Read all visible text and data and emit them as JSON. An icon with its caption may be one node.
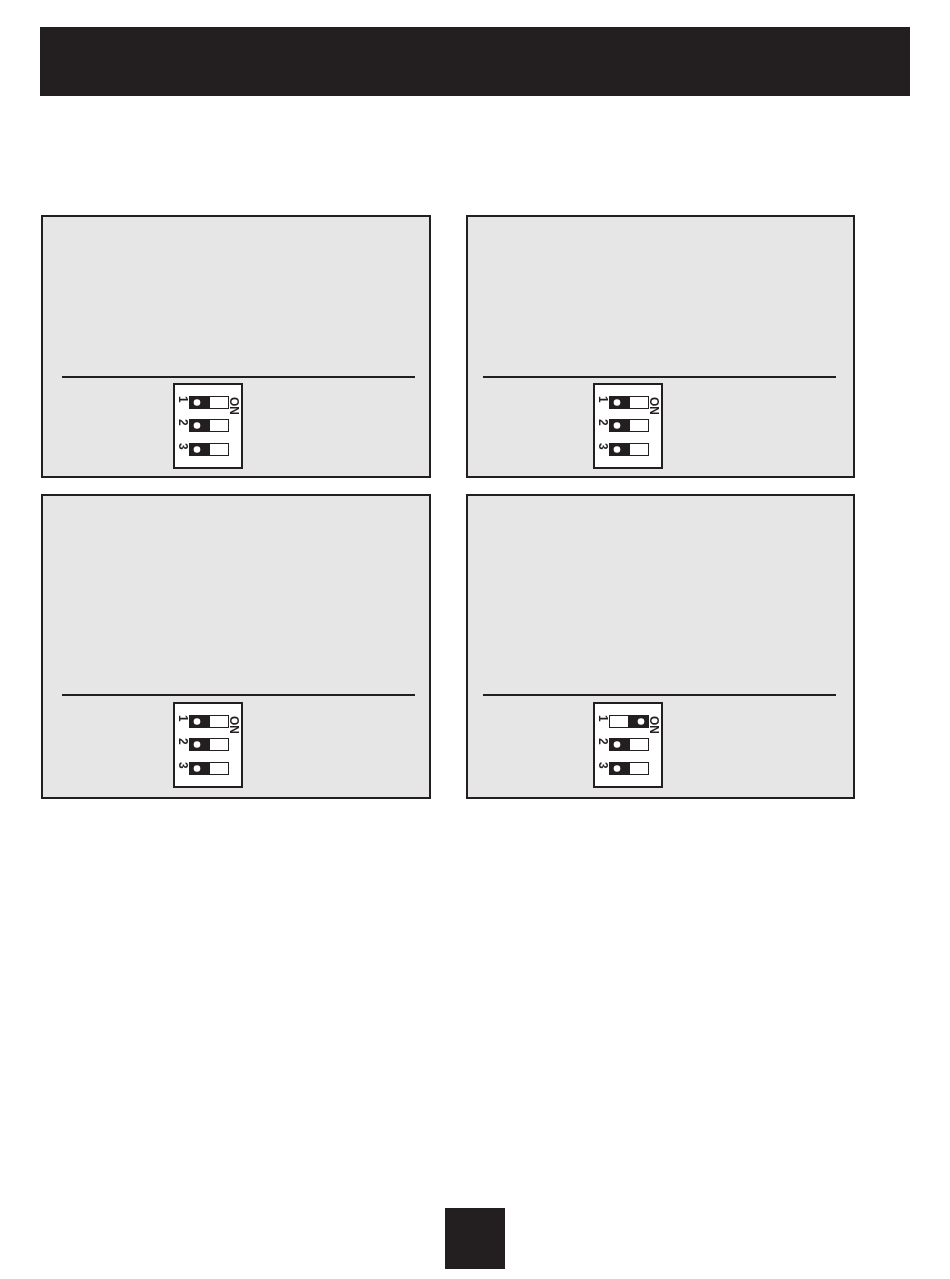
{
  "diagram": {
    "nodes": [
      {
        "text": [],
        "shape": "box"
      },
      {
        "text": [
          "ON"
        ],
        "in": 0
      },
      {
        "text": [],
        "shape": "bar",
        "in": 1,
        "beside": [
          "1"
        ]
      },
      {
        "text": [],
        "shape": "bar",
        "in": 1,
        "beside": [
          "2"
        ]
      },
      {
        "text": [],
        "shape": "bar",
        "in": 1,
        "beside": [
          "3"
        ]
      },
      {
        "text": [],
        "shape": "box"
      },
      {
        "text": [
          "ON"
        ],
        "in": 5
      },
      {
        "text": [],
        "shape": "bar",
        "in": 6,
        "beside": [
          "1"
        ]
      },
      {
        "text": [],
        "shape": "bar",
        "in": 6,
        "beside": [
          "2"
        ]
      },
      {
        "text": [],
        "shape": "bar",
        "in": 6,
        "beside": [
          "3"
        ]
      },
      {
        "text": [],
        "shape": "box"
      },
      {
        "text": [
          "ON"
        ],
        "in": 10
      },
      {
        "text": [],
        "shape": "bar",
        "in": 11,
        "beside": [
          "1"
        ]
      },
      {
        "text": [],
        "shape": "bar",
        "in": 11,
        "beside": [
          "2"
        ]
      },
      {
        "text": [],
        "shape": "bar",
        "in": 11,
        "beside": [
          "3"
        ]
      },
      {
        "text": [],
        "shape": "box"
      },
      {
        "text": [
          "ON"
        ],
        "in": 15
      },
      {
        "text": [],
        "shape": "bar",
        "in": 16,
        "beside": [
          "1"
        ]
      },
      {
        "text": [],
        "shape": "bar",
        "in": 16,
        "beside": [
          "2"
        ]
      },
      {
        "text": [],
        "shape": "bar",
        "in": 16,
        "beside": [
          "3"
        ]
      }
    ]
  }
}
